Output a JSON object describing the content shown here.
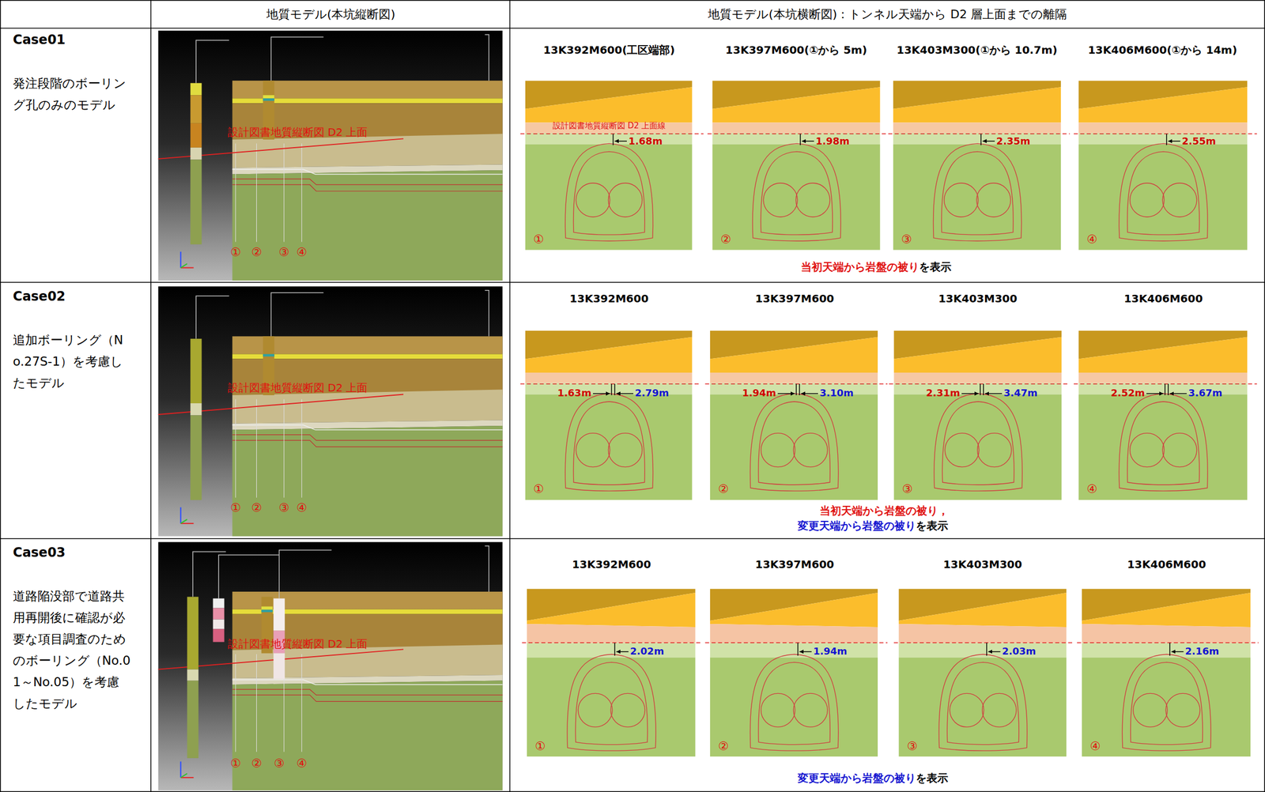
{
  "diagram": {
    "labels": [
      "地質モデル(本坑縦断図)",
      "地質モデル(本坑横断図)：トンネル天端から D2 層上面までの離隔",
      "Case01",
      "発注段階のボーリング孔のみのモデル",
      "設計図書地質縦断図 D2 上面",
      "①",
      "②",
      "③",
      "④",
      "13K392M600(工区端部)",
      "13K397M600(①から 5m)",
      "13K403M300(①から 10.7m)",
      "13K406M600(①から 14m)",
      "設計図書地質縦断図 D2 上面線",
      "1.68m",
      "①",
      "1.98m",
      "②",
      "2.35m",
      "③",
      "2.55m",
      "④",
      "当初天端から岩盤の被り",
      "を表示",
      "Case02",
      "追加ボーリング（No.27S-1）を考慮したモデル",
      "設計図書地質縦断図 D2 上面",
      "①",
      "②",
      "③",
      "④",
      "13K392M600",
      "13K397M600",
      "13K403M300",
      "13K406M600",
      "1.63m",
      "2.79m",
      "①",
      "1.94m",
      "3.10m",
      "②",
      "2.31m",
      "3.47m",
      "③",
      "2.52m",
      "3.67m",
      "④",
      "当初天端から岩盤の被り，",
      "変更天端から岩盤の被り",
      "を表示",
      "Case03",
      "道路陥没部で道路共用再開後に確認が必要な項目調査のためのボーリング（No.01～No.05）を考慮したモデル",
      "設計図書地質縦断図 D2 上面",
      "①",
      "②",
      "③",
      "④",
      "13K392M600",
      "13K397M600",
      "13K403M300",
      "13K406M600",
      "2.02m",
      "①",
      "1.94m",
      "②",
      "2.03m",
      "③",
      "2.16m",
      "④",
      "変更天端から岩盤の被り",
      "を表示"
    ]
  }
}
